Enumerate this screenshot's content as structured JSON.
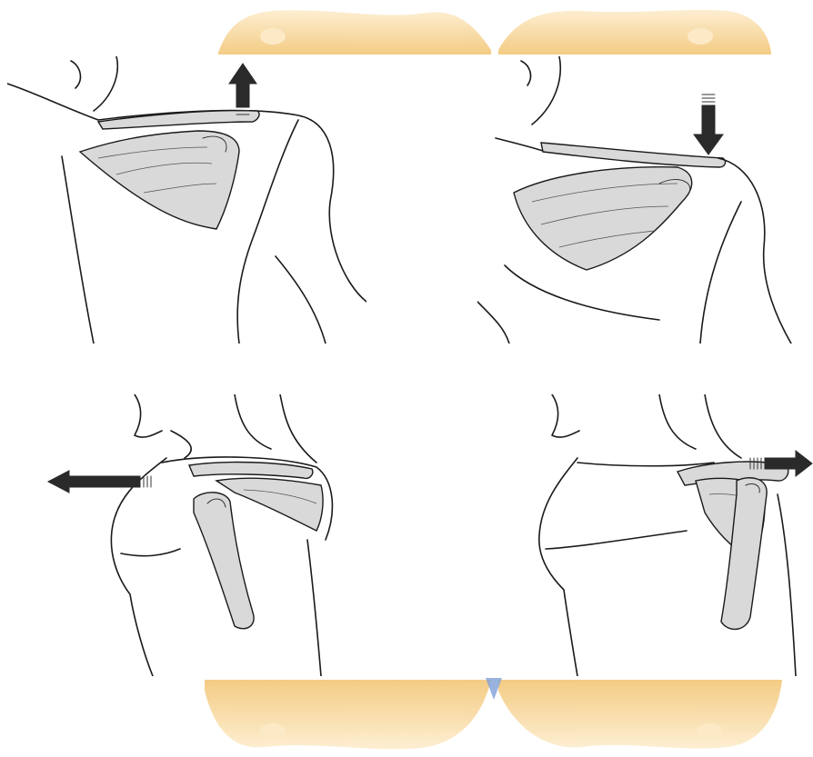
{
  "background": {
    "banner_color": "#f2c26a",
    "banner_light": "#fbe3b4",
    "accent_color": "#7fa0d8"
  },
  "panels": [
    {
      "motion": "elevation",
      "arrow": "up-arrow-icon"
    },
    {
      "motion": "depression",
      "arrow": "down-arrow-icon"
    },
    {
      "motion": "protraction",
      "arrow": "left-arrow-icon"
    },
    {
      "motion": "retraction",
      "arrow": "right-arrow-icon"
    }
  ]
}
